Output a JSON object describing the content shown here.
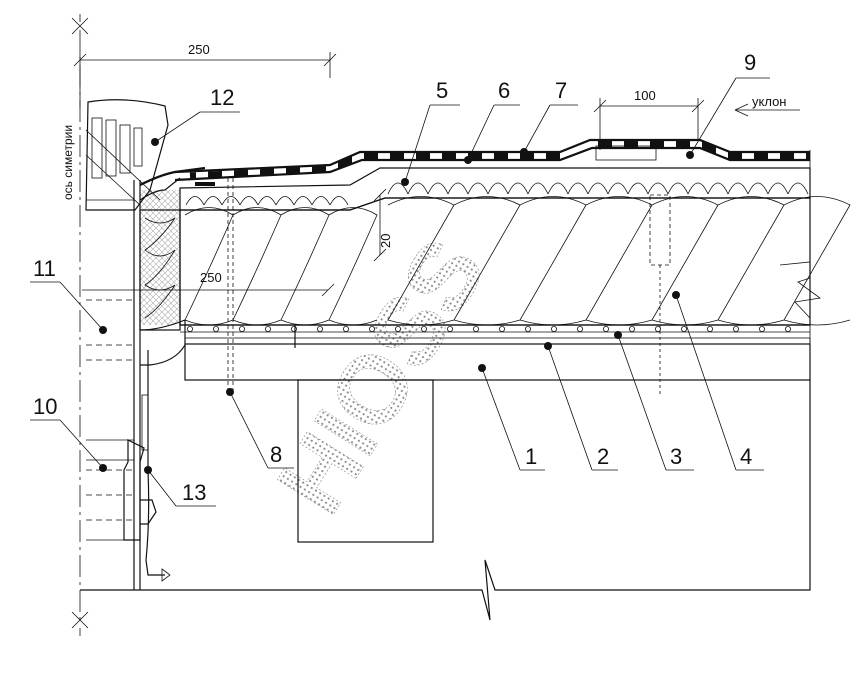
{
  "labels": {
    "c1": "1",
    "c2": "2",
    "c3": "3",
    "c4": "4",
    "c5": "5",
    "c6": "6",
    "c7": "7",
    "c8": "8",
    "c9": "9",
    "c10": "10",
    "c11": "11",
    "c12": "12",
    "c13": "13"
  },
  "dimensions": {
    "top_width": "250",
    "inner_width": "250",
    "overlap": "100",
    "thickness": "20"
  },
  "annotations": {
    "slope": "уклон",
    "axis_symmetry": "ось симетрии"
  },
  "watermark": "HIOSS"
}
